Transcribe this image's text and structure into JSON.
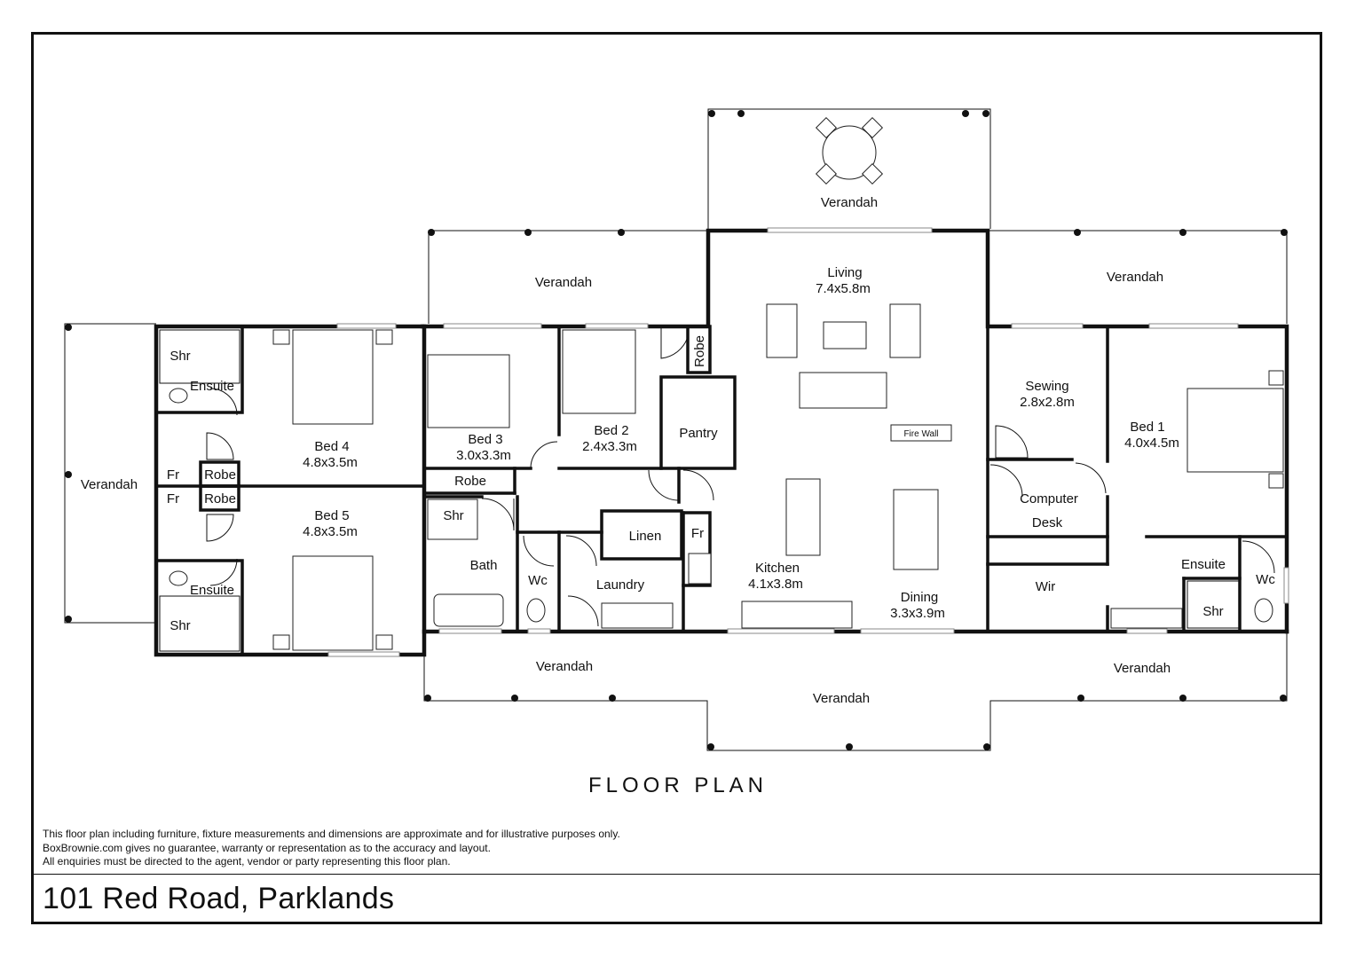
{
  "plan_title": "FLOOR PLAN",
  "address": "101 Red Road, Parklands",
  "disclaimer": [
    "This floor plan including furniture, fixture measurements and dimensions are approximate and for illustrative purposes only.",
    "BoxBrownie.com gives no guarantee, warranty or representation as to the accuracy and layout.",
    "All enquiries must be directed to the agent, vendor or party representing this floor plan."
  ],
  "rooms": {
    "verandah_top": {
      "name": "Verandah"
    },
    "verandah_upper_left": {
      "name": "Verandah"
    },
    "verandah_upper_right": {
      "name": "Verandah"
    },
    "verandah_left": {
      "name": "Verandah"
    },
    "verandah_lower_left": {
      "name": "Verandah"
    },
    "verandah_lower_center": {
      "name": "Verandah"
    },
    "verandah_lower_right": {
      "name": "Verandah"
    },
    "living": {
      "name": "Living",
      "size": "7.4x5.8m"
    },
    "kitchen": {
      "name": "Kitchen",
      "size": "4.1x3.8m"
    },
    "dining": {
      "name": "Dining",
      "size": "3.3x3.9m"
    },
    "pantry": {
      "name": "Pantry"
    },
    "bed1": {
      "name": "Bed 1",
      "size": "4.0x4.5m"
    },
    "bed2": {
      "name": "Bed 2",
      "size": "2.4x3.3m"
    },
    "bed3": {
      "name": "Bed 3",
      "size": "3.0x3.3m"
    },
    "bed4": {
      "name": "Bed 4",
      "size": "4.8x3.5m"
    },
    "bed5": {
      "name": "Bed 5",
      "size": "4.8x3.5m"
    },
    "sewing": {
      "name": "Sewing",
      "size": "2.8x2.8m"
    },
    "computer_desk": {
      "name": "Computer",
      "name2": "Desk"
    },
    "wir": {
      "name": "Wir"
    },
    "ensuite1": {
      "name": "Ensuite"
    },
    "shr1": {
      "name": "Shr"
    },
    "wc1": {
      "name": "Wc"
    },
    "ensuite4": {
      "name": "Ensuite"
    },
    "shr4": {
      "name": "Shr"
    },
    "ensuite5": {
      "name": "Ensuite"
    },
    "shr5": {
      "name": "Shr"
    },
    "robe4": {
      "name": "Robe"
    },
    "robe5": {
      "name": "Robe"
    },
    "fr4": {
      "name": "Fr"
    },
    "fr5": {
      "name": "Fr"
    },
    "robe3": {
      "name": "Robe"
    },
    "robe2": {
      "name": "Robe"
    },
    "bath": {
      "name": "Bath"
    },
    "shr_bath": {
      "name": "Shr"
    },
    "wc_bath": {
      "name": "Wc"
    },
    "linen": {
      "name": "Linen"
    },
    "laundry": {
      "name": "Laundry"
    },
    "fr_kitchen": {
      "name": "Fr"
    }
  },
  "labels": {
    "fire_wall": "Fire Wall"
  }
}
